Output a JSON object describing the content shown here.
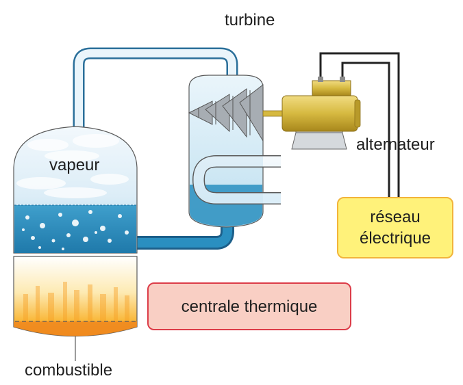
{
  "labels": {
    "turbine": "turbine",
    "vapeur": "vapeur",
    "alternateur": "alternateur",
    "reseau_line1": "réseau",
    "reseau_line2": "électrique",
    "centrale": "centrale thermique",
    "combustible": "combustible"
  },
  "colors": {
    "water": "#2a8fc0",
    "pipe_outline": "#2a6f9a",
    "reseau_fill": "#fff27a",
    "reseau_border": "#f2b43a",
    "centrale_fill": "#f9cfc4",
    "centrale_border": "#dc3c48",
    "alternator_body": "#d6b940",
    "fire": "#f7a127"
  }
}
